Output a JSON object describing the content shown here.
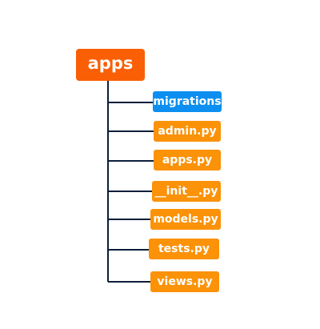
{
  "tree": {
    "root": {
      "label": "apps",
      "color": "#fa5f06"
    },
    "connector_color": "#0b1e3a",
    "children": [
      {
        "label": "migrations",
        "color": "#0c8ff0"
      },
      {
        "label": "admin.py",
        "color": "#fb9208"
      },
      {
        "label": "apps.py",
        "color": "#fb9208"
      },
      {
        "label": "__init__.py",
        "color": "#fb9208"
      },
      {
        "label": "models.py",
        "color": "#fb9208"
      },
      {
        "label": "tests.py",
        "color": "#fb9208"
      },
      {
        "label": "views.py",
        "color": "#fb9208"
      }
    ]
  }
}
